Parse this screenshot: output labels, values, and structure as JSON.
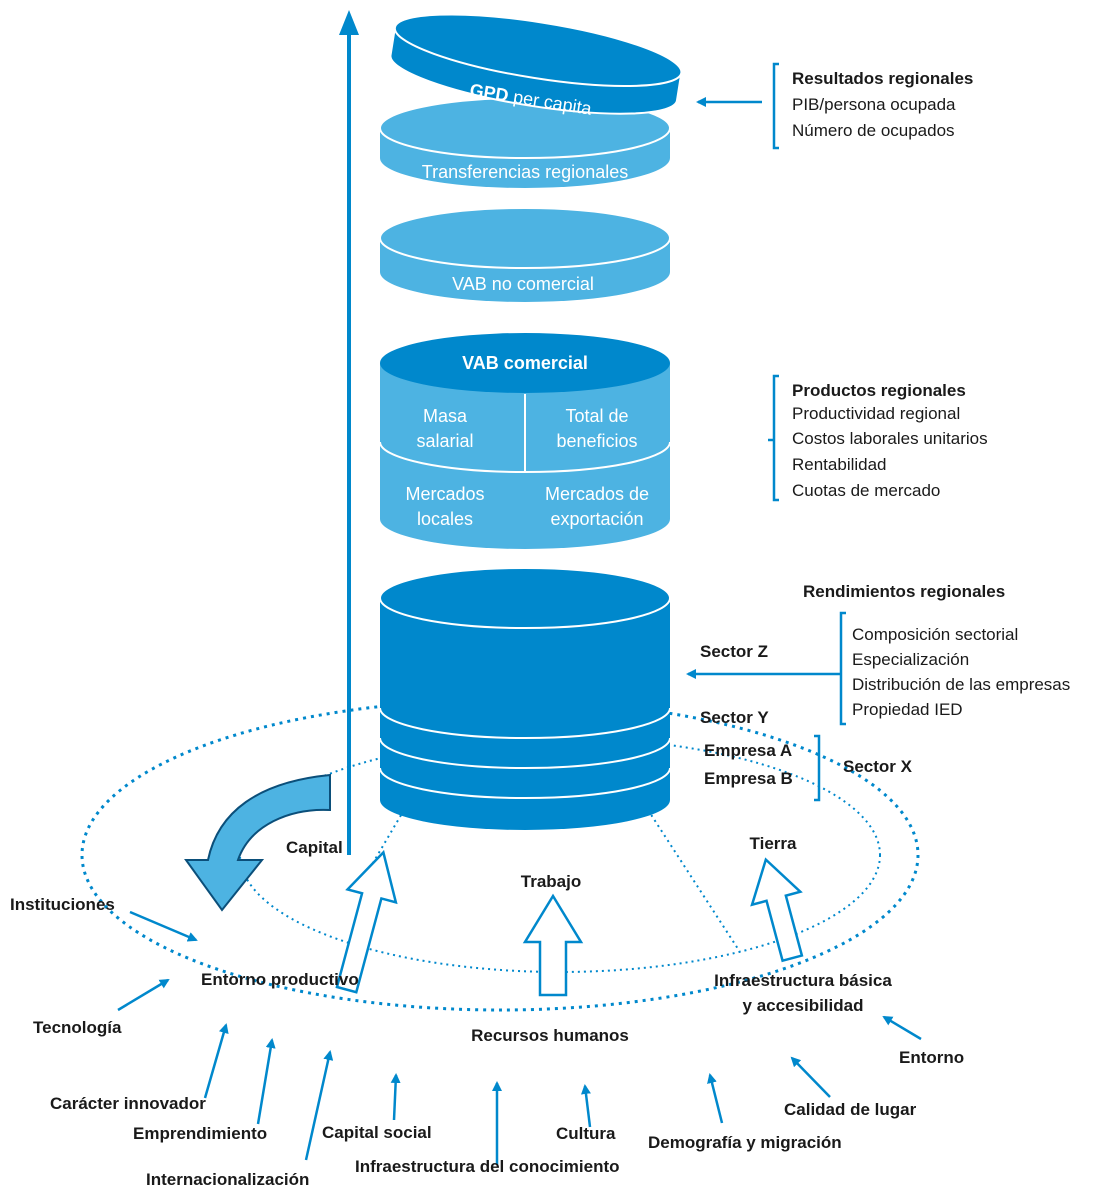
{
  "cylinders": {
    "gdp_bold": "GPD",
    "gdp_rest": "per capita",
    "transfers": "Transferencias regionales",
    "vab_non_commercial": "VAB no comercial",
    "vab_commercial": "VAB comercial",
    "wage_mass_1": "Masa",
    "wage_mass_2": "salarial",
    "total_profits_1": "Total de",
    "total_profits_2": "beneficios",
    "local_markets_1": "Mercados",
    "local_markets_2": "locales",
    "export_markets_1": "Mercados de",
    "export_markets_2": "exportación"
  },
  "results": {
    "title": "Resultados regionales",
    "items": [
      "PIB/persona ocupada",
      "Número de ocupados"
    ]
  },
  "products": {
    "title": "Productos regionales",
    "items": [
      "Productividad regional",
      "Costos laborales unitarios",
      "Rentabilidad",
      "Cuotas de mercado"
    ]
  },
  "performance": {
    "title": "Rendimientos regionales",
    "items": [
      "Composición sectorial",
      "Especialización",
      "Distribución de las empresas",
      "Propiedad IED"
    ]
  },
  "sectors": {
    "z": "Sector Z",
    "y": "Sector Y",
    "x": "Sector X",
    "firm_a": "Empresa A",
    "firm_b": "Empresa B"
  },
  "factors": {
    "capital": "Capital",
    "labour": "Trabajo",
    "land": "Tierra",
    "productive_env": "Entorno productivo",
    "human_resources": "Recursos humanos",
    "infra_1": "Infraestructura básica",
    "infra_2": "y accesibilidad"
  },
  "environment": {
    "institutions": "Instituciones",
    "technology": "Tecnología",
    "innovative": "Carácter innovador",
    "entrepreneurship": "Emprendimiento",
    "internationalization": "Internacionalización",
    "social_capital": "Capital social",
    "knowledge_infra": "Infraestructura del conocimiento",
    "culture": "Cultura",
    "demography": "Demografía y migración",
    "place_quality": "Calidad de lugar",
    "environment": "Entorno"
  },
  "colors": {
    "dark_blue": "#0088cc",
    "light_blue": "#4db3e2",
    "line_blue": "#0088cc"
  }
}
